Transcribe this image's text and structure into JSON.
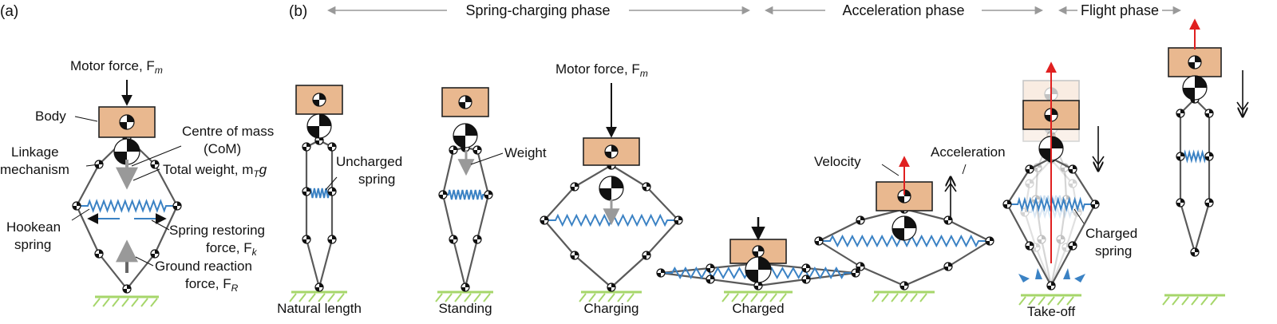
{
  "panels": {
    "a": "(a)",
    "b": "(b)"
  },
  "phases": {
    "spring_charging": "Spring-charging phase",
    "acceleration": "Acceleration phase",
    "flight": "Flight phase"
  },
  "panel_a": {
    "motor_force": "Motor force, F",
    "motor_force_sub": "m",
    "body": "Body",
    "com_line1": "Centre of mass",
    "com_line2": "(CoM)",
    "linkage_line1": "Linkage",
    "linkage_line2": "mechanism",
    "total_weight": "Total weight, m",
    "total_weight_sub": "T",
    "total_weight_g": "g",
    "hookean_line1": "Hookean",
    "hookean_line2": "spring",
    "restoring_line1": "Spring restoring",
    "restoring_line2": "force, F",
    "restoring_sub": "k",
    "ground_line1": "Ground reaction",
    "ground_line2": "force, F",
    "ground_sub": "R"
  },
  "panel_b": {
    "uncharged_line1": "Uncharged",
    "uncharged_line2": "spring",
    "weight": "Weight",
    "motor_force": "Motor force, F",
    "motor_force_sub": "m",
    "velocity": "Velocity",
    "acceleration": "Acceleration",
    "charged_line1": "Charged",
    "charged_line2": "spring"
  },
  "stages": {
    "natural": "Natural length",
    "standing": "Standing",
    "charging": "Charging",
    "charged": "Charged",
    "takeoff": "Take-off"
  },
  "colors": {
    "body": "#e9b88f",
    "spring": "#3b82c4",
    "ground": "#a6d66a",
    "link": "#5a5a5a",
    "velocity": "#e02020",
    "weight_arrow": "#9a9a9a"
  }
}
